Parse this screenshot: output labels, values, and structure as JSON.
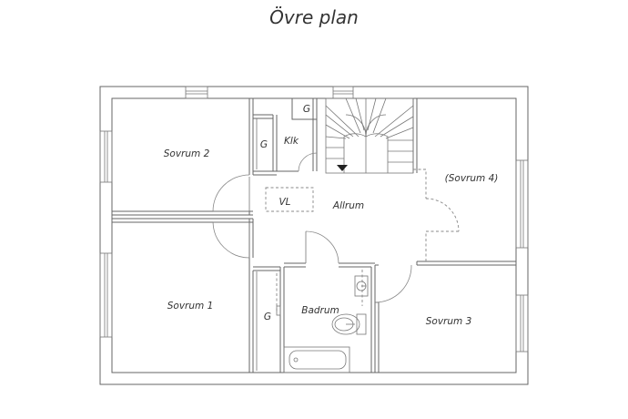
{
  "title": "Övre plan",
  "rooms": {
    "sovrum2": "Sovrum 2",
    "sovrum4": "(Sovrum 4)",
    "sovrum1": "Sovrum 1",
    "sovrum3": "Sovrum 3",
    "allrum": "Allrum",
    "badrum": "Badrum",
    "klk": "Klk",
    "vl": "VL",
    "g_top": "G",
    "g_klk": "G",
    "g_hall": "G"
  }
}
